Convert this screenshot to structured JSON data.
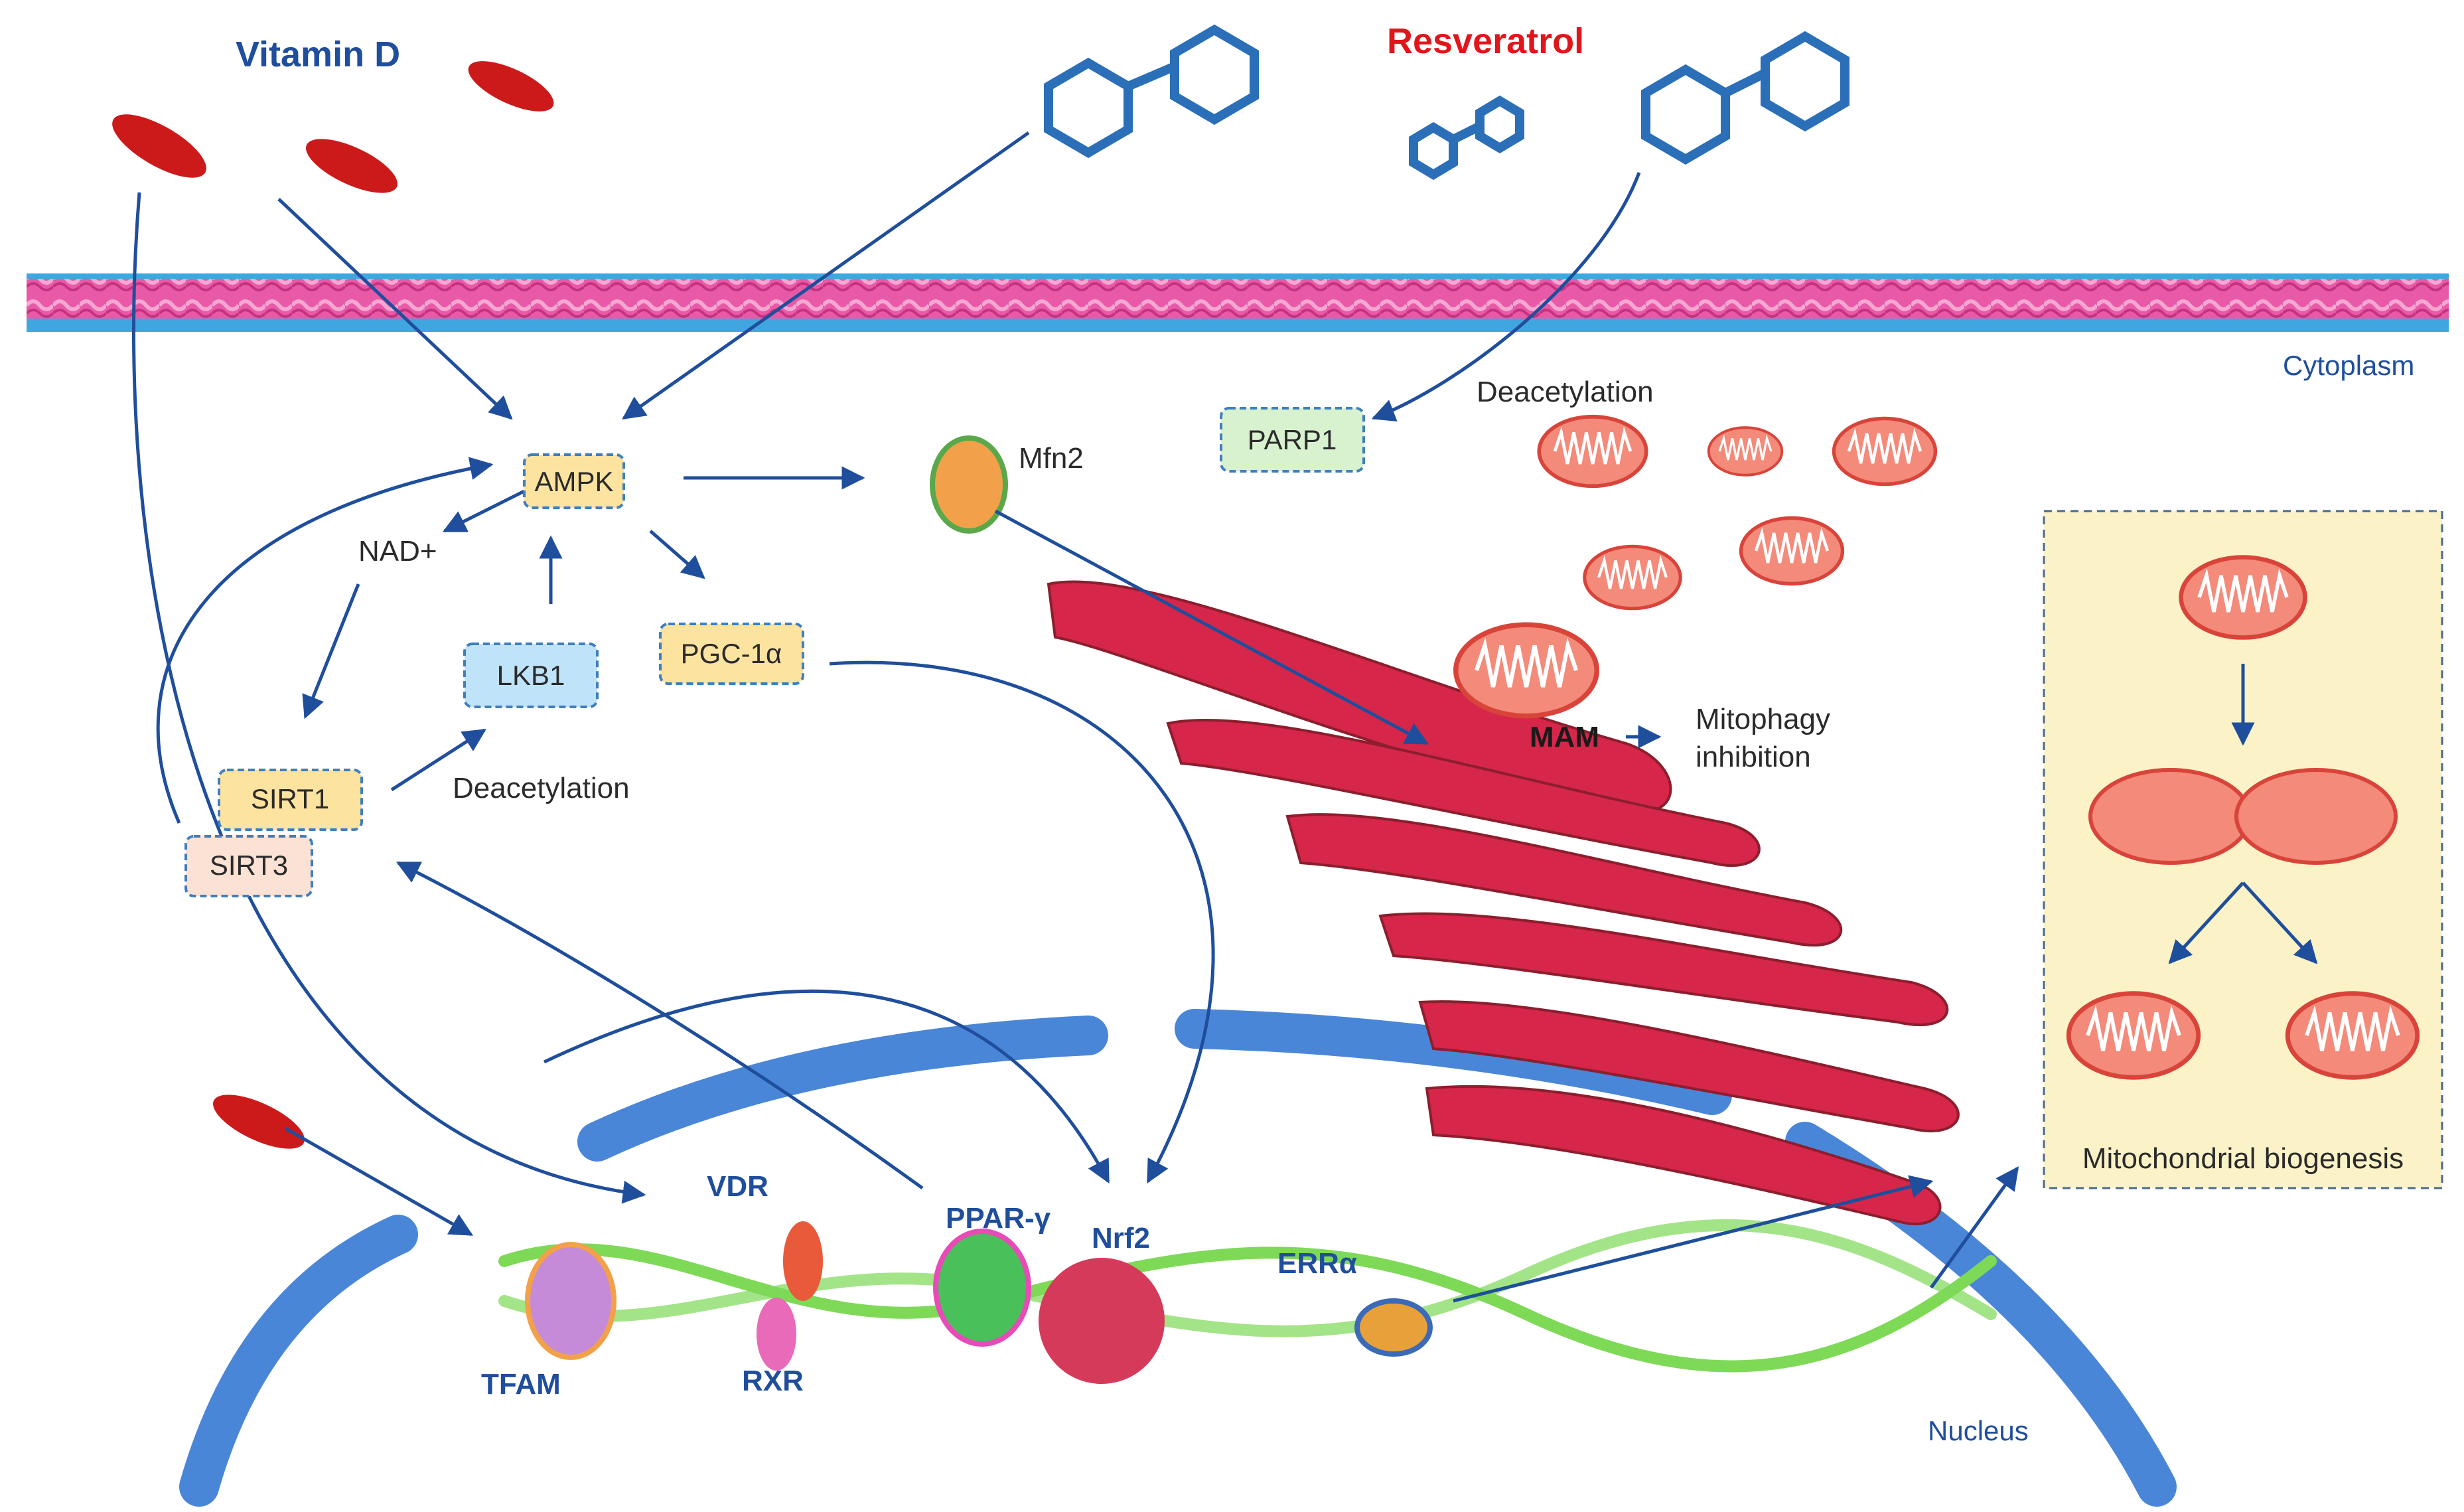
{
  "labels": {
    "vitamin_d": "Vitamin D",
    "resveratrol": "Resveratrol",
    "cytoplasm": "Cytoplasm",
    "nucleus": "Nucleus",
    "deacetylation_top": "Deacetylation",
    "deacetylation_left": "Deacetylation",
    "nad": "NAD+",
    "mfn2": "Mfn2",
    "mam": "MAM",
    "mitophagy_line1": "Mitophagy",
    "mitophagy_line2": "inhibition",
    "mito_biogenesis": "Mitochondrial biogenesis",
    "vdr": "VDR",
    "rxr": "RXR",
    "tfam": "TFAM",
    "ppar": "PPAR-γ",
    "nrf2": "Nrf2",
    "erra": "ERRα"
  },
  "nodes": {
    "ampk": "AMPK",
    "lkb1": "LKB1",
    "pgc1a": "PGC-1α",
    "sirt1": "SIRT1",
    "sirt3": "SIRT3",
    "parp1": "PARP1"
  },
  "colors": {
    "arrow": "#1f4e9c",
    "membrane": "#e85aa8",
    "membrane_blue": "#3fa6e0",
    "nuclear_envelope": "#4a86d8",
    "mito_fill": "#f38a7a",
    "mito_stroke": "#d9443a",
    "er_fill": "#d6264a",
    "dna": "#7ed957",
    "ampk_fill": "#fde3a0",
    "lkb1_fill": "#bfe3f8",
    "parp1_fill": "#d8f2d0",
    "sirt3_fill": "#fbe2d5",
    "inset_fill": "#fbf2c8"
  }
}
